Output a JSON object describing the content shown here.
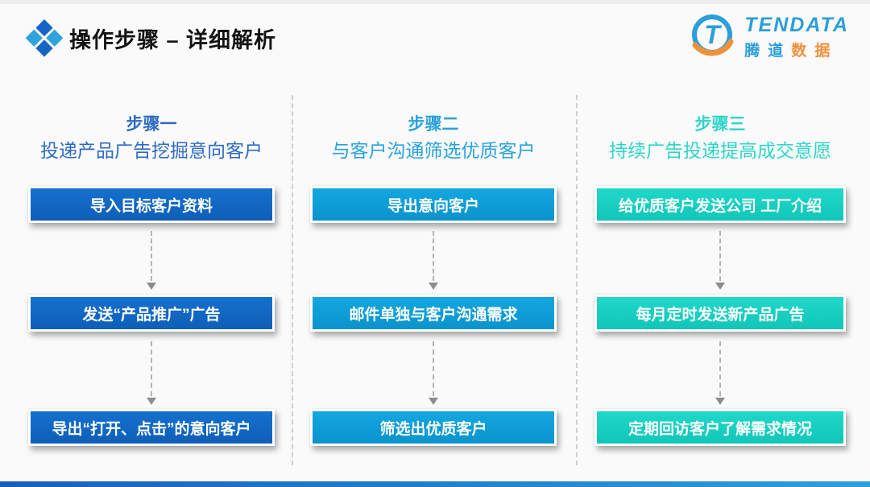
{
  "slide": {
    "title": "操作步骤 – 详细解析"
  },
  "logo": {
    "brand": "TENDATA",
    "letter": "T",
    "cn_chars": [
      "腾",
      "道",
      "数",
      "据"
    ],
    "brand_blue": "#2b9fd9",
    "brand_orange": "#f0913a"
  },
  "columns": [
    {
      "step": "步骤一",
      "subtitle": "投递产品广告挖掘意向客户",
      "accent": "#2e6bc4",
      "box_top": "#1570cd",
      "box_bottom": "#0e5fb8",
      "boxes": [
        "导入目标客户资料",
        "发送“产品推广”广告",
        "导出“打开、点击”的意向客户"
      ]
    },
    {
      "step": "步骤二",
      "subtitle": "与客户沟通筛选优质客户",
      "accent": "#29a2dc",
      "box_top": "#14a7e0",
      "box_bottom": "#0a93cc",
      "boxes": [
        "导出意向客户",
        "邮件单独与客户沟通需求",
        "筛选出优质客户"
      ]
    },
    {
      "step": "步骤三",
      "subtitle": "持续广告投递提高成交意愿",
      "accent": "#2fd5c8",
      "box_top": "#20d8ca",
      "box_bottom": "#10c6b8",
      "boxes": [
        "给优质客户发送公司 工厂介绍",
        "每月定时发送新产品广告",
        "定期回访客户了解需求情况"
      ]
    }
  ],
  "footer_bar": {
    "gradient_left": "#1a5fb8",
    "gradient_right": "#2f9fd8"
  }
}
